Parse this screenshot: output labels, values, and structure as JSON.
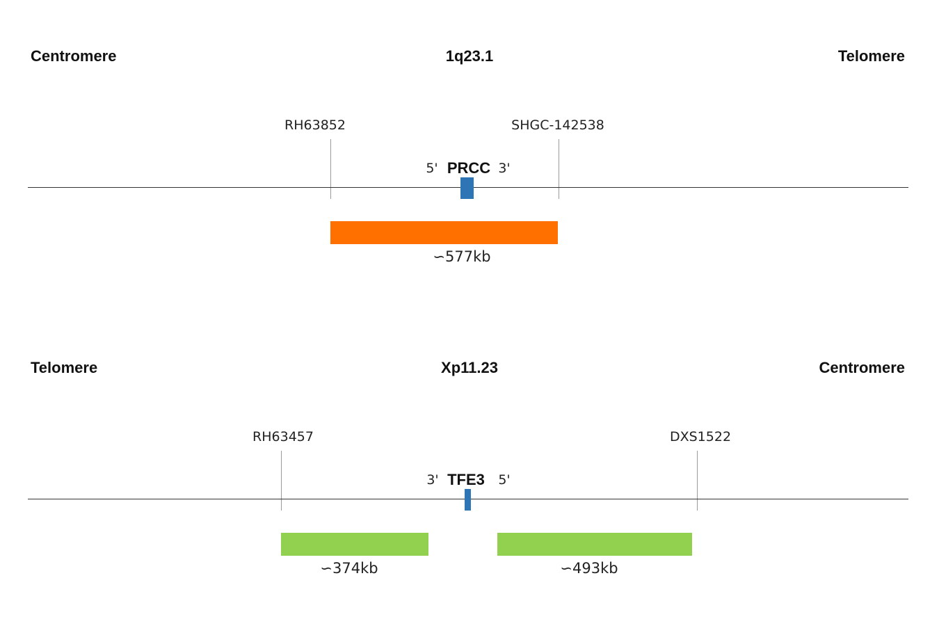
{
  "colors": {
    "gene": "#2e75b6",
    "probe_split_apart": "#ff7000",
    "probe_break_apart": "#92d050",
    "chromosome_line": "#333333",
    "marker_line": "#999999"
  },
  "panels": [
    {
      "left_end": "Centromere",
      "band": "1q23.1",
      "right_end": "Telomere",
      "markers": [
        {
          "label": "RH63852"
        },
        {
          "label": "SHGC-142538"
        }
      ],
      "gene": {
        "name": "PRCC",
        "left_strand": "5'",
        "right_strand": "3'"
      },
      "probes": [
        {
          "label": "∽577kb",
          "color": "#ff7000"
        }
      ]
    },
    {
      "left_end": "Telomere",
      "band": "Xp11.23",
      "right_end": "Centromere",
      "markers": [
        {
          "label": "RH63457"
        },
        {
          "label": "DXS1522"
        }
      ],
      "gene": {
        "name": "TFE3",
        "left_strand": "3'",
        "right_strand": "5'"
      },
      "probes": [
        {
          "label": "∽374kb",
          "color": "#92d050"
        },
        {
          "label": "∽493kb",
          "color": "#92d050"
        }
      ]
    }
  ]
}
